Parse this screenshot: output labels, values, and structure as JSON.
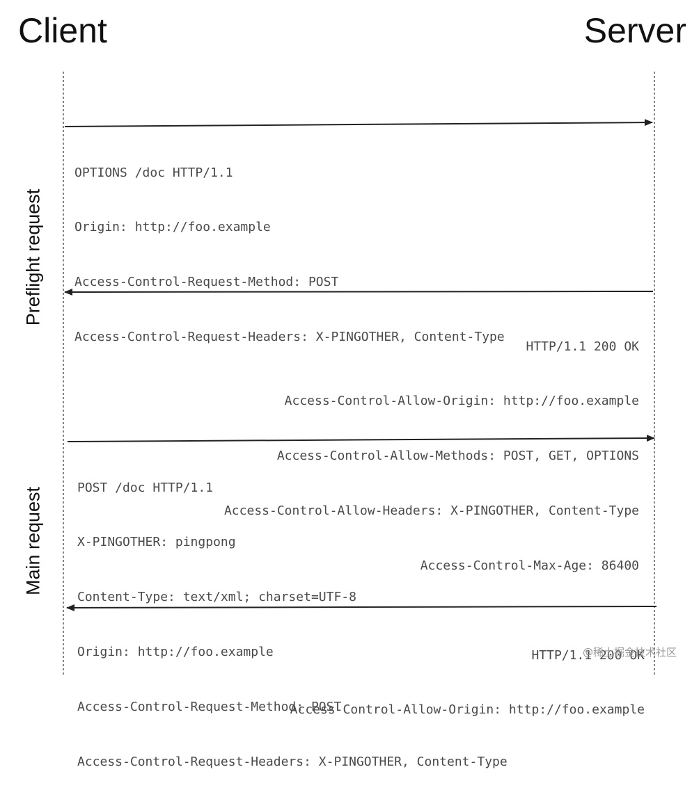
{
  "header": {
    "client_title": "Client",
    "server_title": "Server"
  },
  "phases": {
    "preflight_label": "Preflight request",
    "main_label": "Main request"
  },
  "messages": [
    {
      "direction": "client-to-server",
      "lines": [
        "OPTIONS /doc HTTP/1.1",
        "Origin: http://foo.example",
        "Access-Control-Request-Method: POST",
        "Access-Control-Request-Headers: X-PINGOTHER, Content-Type"
      ]
    },
    {
      "direction": "server-to-client",
      "lines": [
        "HTTP/1.1 200 OK",
        "Access-Control-Allow-Origin: http://foo.example",
        "Access-Control-Allow-Methods: POST, GET, OPTIONS",
        "Access-Control-Allow-Headers: X-PINGOTHER, Content-Type",
        "Access-Control-Max-Age: 86400"
      ]
    },
    {
      "direction": "client-to-server",
      "lines": [
        "POST /doc HTTP/1.1",
        "X-PINGOTHER: pingpong",
        "Content-Type: text/xml; charset=UTF-8",
        "Origin: http://foo.example",
        "Access-Control-Request-Method: POST",
        "Access-Control-Request-Headers: X-PINGOTHER, Content-Type"
      ]
    },
    {
      "direction": "server-to-client",
      "lines": [
        "HTTP/1.1 200 OK",
        "Access-Control-Allow-Origin: http://foo.example"
      ]
    }
  ],
  "watermark": "@稀土掘金技术社区",
  "colors": {
    "line": "#222222",
    "text": "#4a4a4a"
  }
}
